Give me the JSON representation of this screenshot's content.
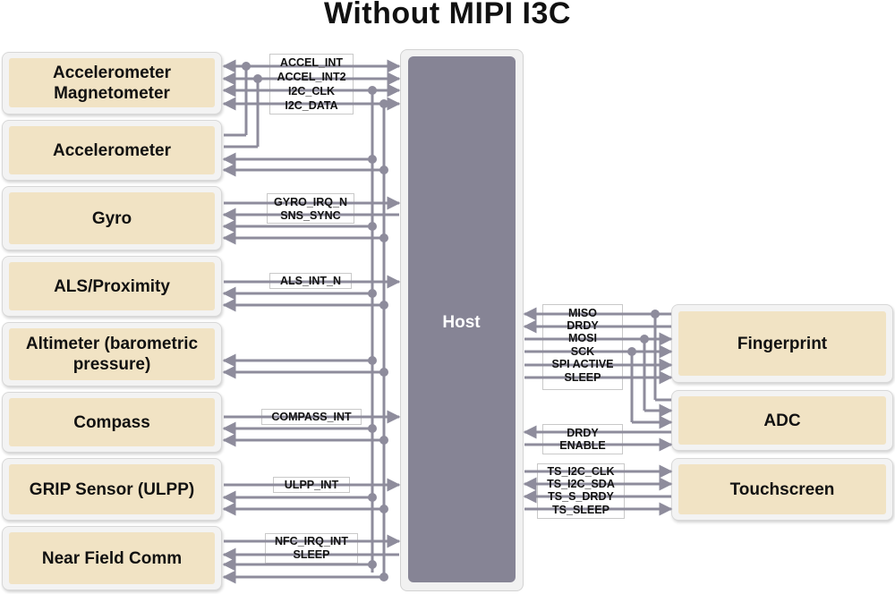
{
  "title": "Without MIPI I3C",
  "host": {
    "label": "Host"
  },
  "devices": {
    "accel_mag": "Accelerometer Magnetometer",
    "accelerometer": "Accelerometer",
    "gyro": "Gyro",
    "als": "ALS/Proximity",
    "altimeter": "Altimeter (barometric pressure)",
    "compass": "Compass",
    "grip": "GRIP Sensor (ULPP)",
    "nfc": "Near Field Comm",
    "fingerprint": "Fingerprint",
    "adc": "ADC",
    "touchscreen": "Touchscreen"
  },
  "signals": {
    "accel_int": "ACCEL_INT",
    "accel_int2": "ACCEL_INT2",
    "i2c_clk": "I2C_CLK",
    "i2c_data": "I2C_DATA",
    "gyro_irq_n": "GYRO_IRQ_N",
    "sns_sync": "SNS_SYNC",
    "als_int_n": "ALS_INT_N",
    "compass_int": "COMPASS_INT",
    "ulpp_int": "ULPP_INT",
    "nfc_irq_int": "NFC_IRQ_INT",
    "sleep": "SLEEP",
    "miso": "MISO",
    "drdy": "DRDY",
    "mosi": "MOSI",
    "sck": "SCK",
    "spi_active": "SPI ACTIVE",
    "spi_sleep": "SLEEP",
    "adc_drdy": "DRDY",
    "enable": "ENABLE",
    "ts_i2c_clk": "TS_I2C_CLK",
    "ts_i2c_sda": "TS_I2C_SDA",
    "ts_s_drdy": "TS_S_DRDY",
    "ts_sleep": "TS_SLEEP"
  },
  "colors": {
    "line": "#8e8c9c",
    "host": "#868495",
    "device_fill": "#f1e3c4",
    "frame": "#f3f3f3"
  }
}
